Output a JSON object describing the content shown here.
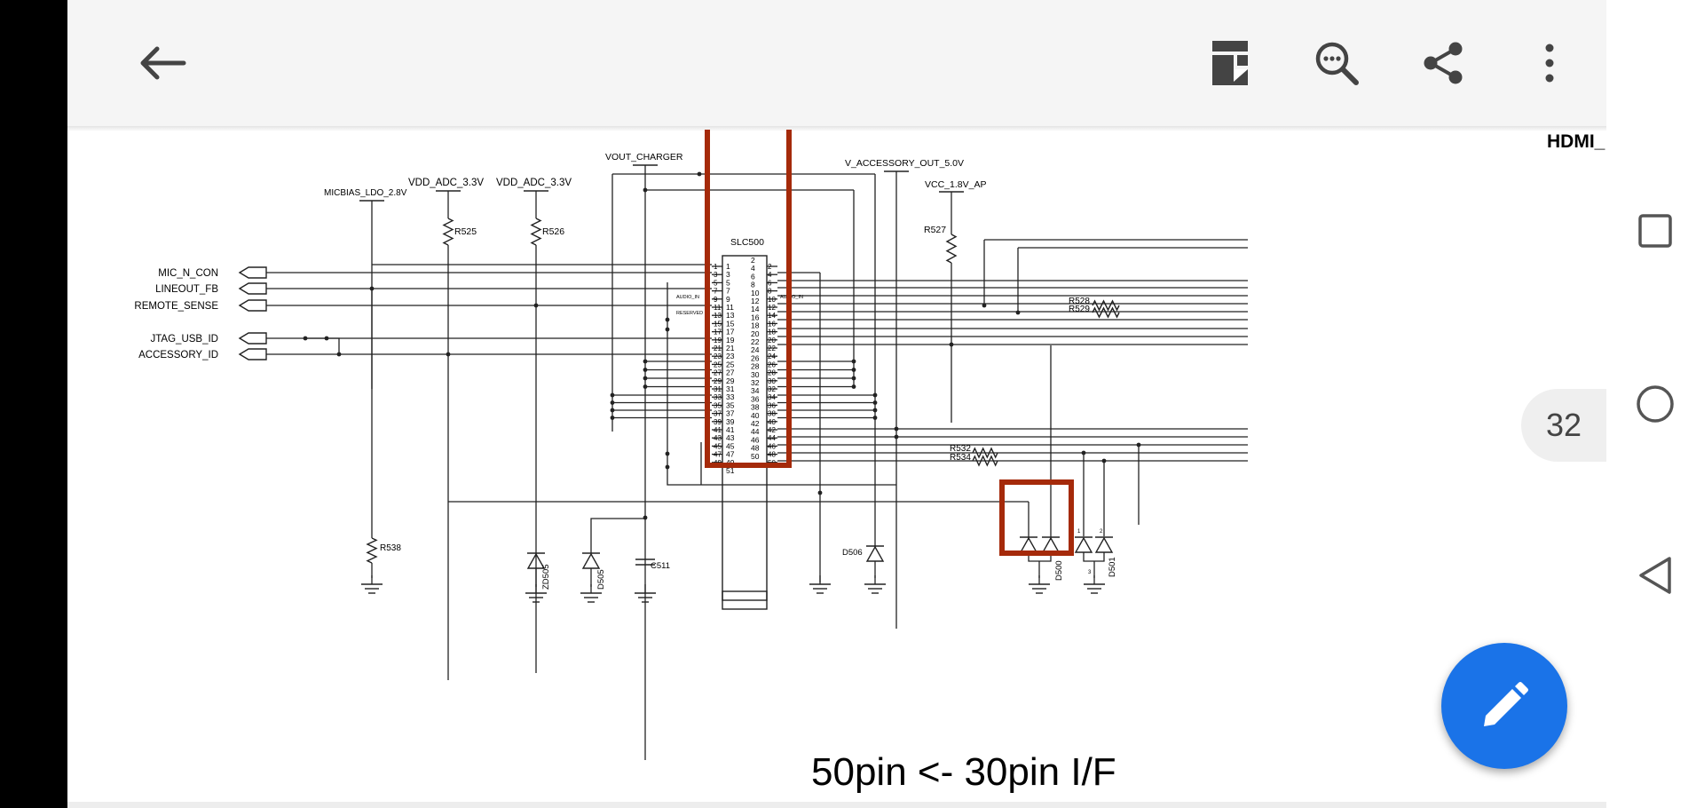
{
  "toolbar": {
    "icons": [
      "back-arrow-icon",
      "document-mode-icon",
      "search-icon",
      "share-icon",
      "more-vert-icon"
    ]
  },
  "page": {
    "caption": "50pin <- 30pin I/F",
    "hdmi_label": "HDMI_",
    "page_number": "32"
  },
  "schematic": {
    "ic_name": "SLC500",
    "nets": {
      "micbias": "MICBIAS_LDO_2.8V",
      "vdd_adc_1": "VDD_ADC_3.3V",
      "vdd_adc_2": "VDD_ADC_3.3V",
      "vout_charger": "VOUT_CHARGER",
      "v_accessory": "V_ACCESSORY_OUT_5.0V",
      "vcc_1v8": "VCC_1.8V_AP"
    },
    "connectors": [
      "MIC_N_CON",
      "LINEOUT_FB",
      "REMOTE_SENSE",
      "JTAG_USB_ID",
      "ACCESSORY_ID"
    ],
    "resistors": {
      "r525": "R525",
      "r526": "R526",
      "r527": "R527",
      "r528": "R528",
      "r529": "R529",
      "r532": "R532",
      "r534": "R534",
      "r538": "R538"
    },
    "components": {
      "zd505": "ZD505",
      "d505": "D505",
      "c511": "C511",
      "d506": "D506",
      "d500": "D500",
      "d501": "D501"
    },
    "pin_notes": {
      "audio_in_left": "AUDIO_IN",
      "audio_in_right": "AUDIO_IN",
      "reserved": "RESERVED"
    },
    "pins_left": [
      "1",
      "3",
      "5",
      "7",
      "9",
      "11",
      "13",
      "15",
      "17",
      "19",
      "21",
      "23",
      "25",
      "27",
      "29",
      "31",
      "33",
      "35",
      "37",
      "39",
      "41",
      "43",
      "45",
      "47",
      "49",
      "51"
    ],
    "pins_right": [
      "2",
      "4",
      "6",
      "8",
      "10",
      "12",
      "14",
      "16",
      "18",
      "20",
      "22",
      "24",
      "26",
      "28",
      "30",
      "32",
      "34",
      "36",
      "38",
      "40",
      "42",
      "44",
      "46",
      "48",
      "50"
    ],
    "diode_pins": [
      "1",
      "2",
      "3"
    ]
  },
  "nav": {
    "icons": [
      "recents-square-icon",
      "home-circle-icon",
      "back-triangle-icon"
    ]
  },
  "fab": {
    "icon": "edit-pencil-icon"
  },
  "colors": {
    "highlight": "#a52a0a",
    "fab": "#1a73e8",
    "toolbar": "#f5f5f5"
  }
}
